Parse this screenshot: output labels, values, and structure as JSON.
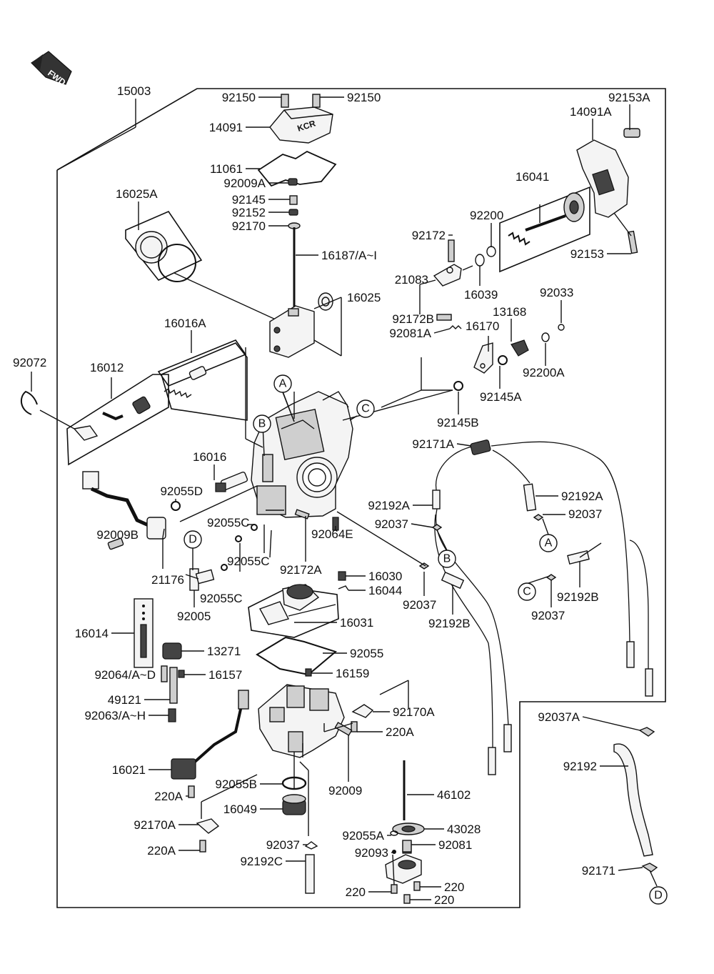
{
  "fwd_label": "FWD",
  "callouts": {
    "A": "A",
    "B": "B",
    "C": "C",
    "D": "D"
  },
  "labels": {
    "p15003": "15003",
    "p92150_l": "92150",
    "p92150_r": "92150",
    "p14091": "14091",
    "p11061": "11061",
    "p92009A": "92009A",
    "p92145": "92145",
    "p92152": "92152",
    "p92170": "92170",
    "p16187": "16187/A~I",
    "p16025A": "16025A",
    "p16025": "16025",
    "p92153A": "92153A",
    "p14091A": "14091A",
    "p16041": "16041",
    "p92200": "92200",
    "p92172": "92172",
    "p21083": "21083",
    "p16039": "16039",
    "p92153": "92153",
    "p92033": "92033",
    "p13168": "13168",
    "p92172B": "92172B",
    "p92081A": "92081A",
    "p16170": "16170",
    "p92200A": "92200A",
    "p92145A": "92145A",
    "p92145B": "92145B",
    "p16016A": "16016A",
    "p16012": "16012",
    "p92072": "92072",
    "p16016": "16016",
    "p92055D": "92055D",
    "p92055C_a": "92055C",
    "p92055C_b": "92055C",
    "p92055C_c": "92055C",
    "p92009B": "92009B",
    "p21176": "21176",
    "p92005": "92005",
    "p92064E": "92064E",
    "p92172A": "92172A",
    "p16030": "16030",
    "p16044": "16044",
    "p16031": "16031",
    "p92171A": "92171A",
    "p92192A_l": "92192A",
    "p92192A_r": "92192A",
    "p92037_a": "92037",
    "p92037_b": "92037",
    "p92037_c": "92037",
    "p92037_d": "92037",
    "p92037_e": "92037",
    "p92192B_l": "92192B",
    "p92192B_r": "92192B",
    "p16014": "16014",
    "p13271": "13271",
    "p92055": "92055",
    "p92064AD": "92064/A~D",
    "p16157": "16157",
    "p16159": "16159",
    "p49121": "49121",
    "p92063AH": "92063/A~H",
    "p92170A_a": "92170A",
    "p92170A_b": "92170A",
    "p220A_a": "220A",
    "p220A_b": "220A",
    "p220A_c": "220A",
    "p16021": "16021",
    "p92055B": "92055B",
    "p92009": "92009",
    "p16049": "16049",
    "p46102": "46102",
    "p43028": "43028",
    "p92055A": "92055A",
    "p92081": "92081",
    "p92093": "92093",
    "p92192C": "92192C",
    "p220_a": "220",
    "p220_b": "220",
    "p220_c": "220",
    "p92037A": "92037A",
    "p92192": "92192",
    "p92171": "92171"
  }
}
